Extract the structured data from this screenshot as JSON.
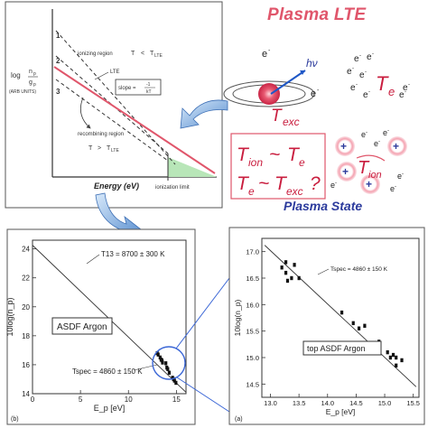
{
  "header": {
    "title": "Plasma LTE"
  },
  "top_panel": {
    "marks": [
      "1",
      "2",
      "3"
    ],
    "ylabel_prefix": "log",
    "ylabel_frac_num": "n",
    "ylabel_frac_den": "g",
    "ylabel_sub_n": "p",
    "ylabel_sub_g": "p",
    "ylabel_units": "(ARB UNITS)",
    "ionizing_region": "ionizing region",
    "ionizing_cond_T": "T",
    "ionizing_cond_rel": "<",
    "ionizing_cond_TLTE": "T",
    "ionizing_cond_sub": "LTE",
    "lte": "LTE",
    "slope_prefix": "slope =",
    "slope_num": "-1",
    "slope_den": "kT",
    "recombining_region": "recombining region",
    "recomb_cond_T": "T",
    "recomb_cond_rel": ">",
    "recomb_cond_TLTE": "T",
    "recomb_cond_sub": "LTE",
    "xlabel": "Energy (eV)",
    "ionization_limit": "ionization limit",
    "colors": {
      "lte_line": "#e0566b",
      "shade": "#b8e6b8"
    }
  },
  "atom": {
    "electron": "e",
    "electron_sup": "-",
    "hv": "hν",
    "texc_T": "T",
    "texc_sub": "exc",
    "free_T": "T",
    "free_sub": "e"
  },
  "equations": {
    "line1_T1": "T",
    "line1_sub1": "ion",
    "line1_rel": "~",
    "line1_T2": "T",
    "line1_sub2": "e",
    "line2_T1": "T",
    "line2_sub1": "e",
    "line2_rel": "~",
    "line2_T2": "T",
    "line2_sub2": "exc",
    "line2_q": "?"
  },
  "ions": {
    "plus": "+",
    "tion_T": "T",
    "tion_sub": "ion",
    "electron": "e",
    "electron_sup": "-"
  },
  "plasma_state": "Plasma State",
  "chart_data": [
    {
      "type": "scatter",
      "title": "",
      "xlabel": "E_p [eV]",
      "ylabel": "10log(n_p)",
      "x_ticks": [
        "0",
        "5",
        "10",
        "15"
      ],
      "y_ticks": [
        "14",
        "16",
        "18",
        "20",
        "22",
        "24"
      ],
      "xlim": [
        0,
        16
      ],
      "ylim": [
        14,
        24.6
      ],
      "panel_label": "(b)",
      "legend_box": "ASDF Argon",
      "annotations": [
        "T13 = 8700 ± 300 K",
        "Tspec = 4860 ± 150 K"
      ],
      "fit_line": [
        [
          0,
          24.25
        ],
        [
          16,
          14.1
        ]
      ],
      "series": [
        {
          "x": [
            13.0,
            13.1,
            13.3,
            13.4,
            13.5,
            13.55,
            13.9,
            14.0,
            14.1,
            14.25,
            14.6,
            14.7,
            14.8,
            14.95
          ],
          "y": [
            16.8,
            16.7,
            16.5,
            16.35,
            16.3,
            16.15,
            16.1,
            15.8,
            15.7,
            15.45,
            15.1,
            15.0,
            14.9,
            14.75
          ]
        }
      ]
    },
    {
      "type": "scatter",
      "title": "",
      "xlabel": "E_p [eV]",
      "ylabel": "10log(n_p)",
      "x_ticks": [
        "13.0",
        "13.5",
        "14.0",
        "14.5",
        "15.0",
        "15.5"
      ],
      "y_ticks": [
        "14.5",
        "15.0",
        "15.5",
        "16.0",
        "16.5",
        "17.0"
      ],
      "xlim": [
        12.85,
        15.6
      ],
      "ylim": [
        14.25,
        17.25
      ],
      "panel_label": "(a)",
      "legend_box": "top ASDF Argon",
      "annotations": [
        "Tspec = 4860 ± 150 K"
      ],
      "fit_line": [
        [
          12.9,
          17.12
        ],
        [
          15.55,
          14.45
        ]
      ],
      "series": [
        {
          "x": [
            13.2,
            13.27,
            13.27,
            13.3,
            13.37,
            13.42,
            13.5,
            14.25,
            14.45,
            14.55,
            14.65,
            14.9,
            15.05,
            15.1,
            15.15,
            15.2,
            15.2,
            15.3
          ],
          "y": [
            16.7,
            16.8,
            16.6,
            16.45,
            16.5,
            16.75,
            16.5,
            15.85,
            15.65,
            15.55,
            15.6,
            15.3,
            15.1,
            15.0,
            15.05,
            15.0,
            14.85,
            14.95
          ]
        }
      ]
    }
  ]
}
